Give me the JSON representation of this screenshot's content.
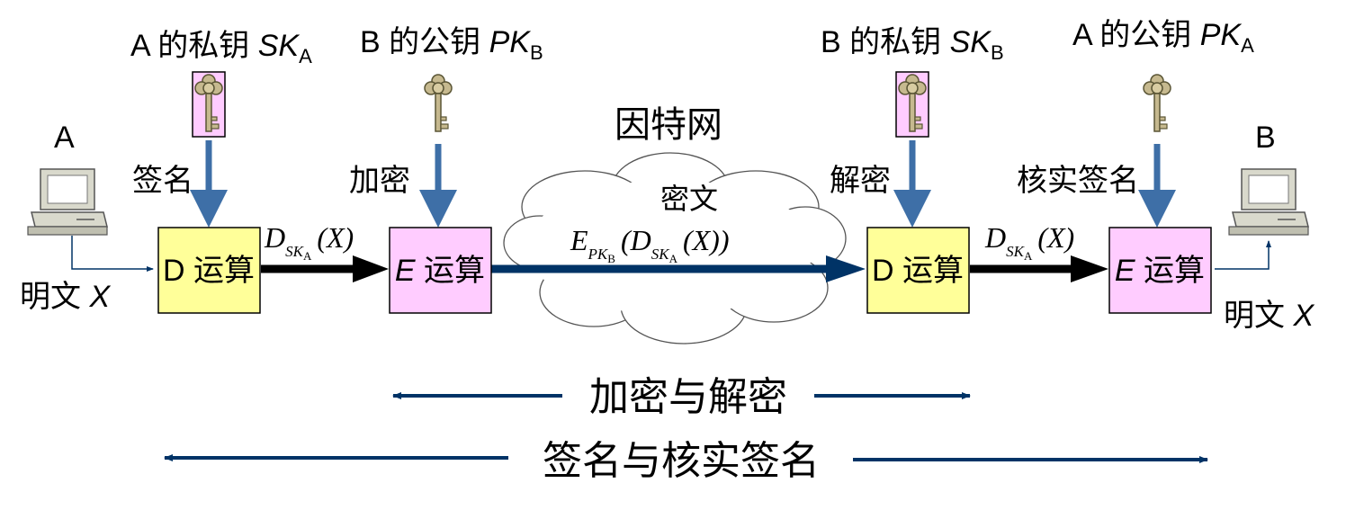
{
  "colors": {
    "yellow_box": "#ffff99",
    "pink_box": "#ffccff",
    "blue_arrow": "#3e6fa7",
    "dark_blue": "#003366",
    "black_arrow": "#000000"
  },
  "keys": {
    "a_private": {
      "text": "A 的私钥 ",
      "key": "SK",
      "sub": "A"
    },
    "b_public": {
      "text": "B 的公钥 ",
      "key": "PK",
      "sub": "B"
    },
    "b_private": {
      "text": "B 的私钥 ",
      "key": "SK",
      "sub": "B"
    },
    "a_public": {
      "text": "A 的公钥 ",
      "key": "PK",
      "sub": "A"
    }
  },
  "nodes": {
    "a_label": "A",
    "b_label": "B",
    "plaintext_left": {
      "text": "明文 ",
      "var": "X"
    },
    "plaintext_right": {
      "text": "明文 ",
      "var": "X"
    }
  },
  "steps": {
    "sign": "签名",
    "encrypt": "加密",
    "decrypt": "解密",
    "verify": "核实签名"
  },
  "boxes": {
    "d1": {
      "op": "D",
      "text": " 运算"
    },
    "e1": {
      "op": "E",
      "text": " 运算"
    },
    "d2": {
      "op": "D",
      "text": " 运算"
    },
    "e2": {
      "op": "E",
      "text": " 运算"
    }
  },
  "internet": {
    "title": "因特网",
    "ciphertext": "密文"
  },
  "formulas": {
    "signed_left": {
      "D": "D",
      "sk": "SK",
      "sub": "A",
      "arg": "(X)"
    },
    "encrypted": {
      "E": "E",
      "pk": "PK",
      "pk_sub": "B",
      "open": "(",
      "D": "D",
      "sk": "SK",
      "sk_sub": "A",
      "arg": "(X))"
    },
    "signed_right": {
      "D": "D",
      "sk": "SK",
      "sub": "A",
      "arg": "(X)"
    }
  },
  "legend": {
    "encrypt_decrypt": "加密与解密",
    "sign_verify": "签名与核实签名"
  }
}
